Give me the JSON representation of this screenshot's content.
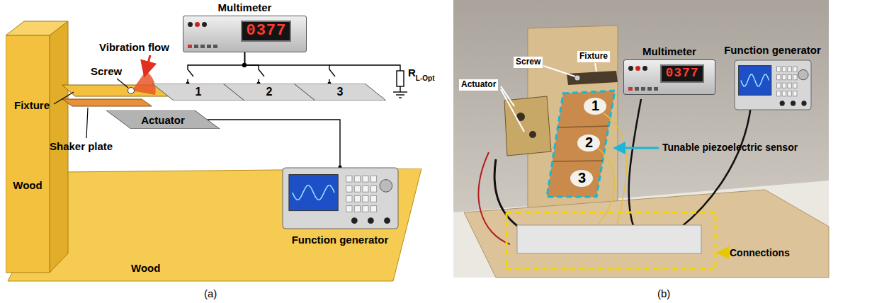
{
  "diagram": {
    "nodes": [
      {
        "text": [
          "Multimeter",
          "0377"
        ]
      },
      {
        "text": [
          "1"
        ]
      },
      {
        "text": [
          "2"
        ]
      },
      {
        "text": [
          "3"
        ]
      },
      {
        "text": [
          "Actuator"
        ]
      },
      {
        "text": [
          "Wood"
        ]
      },
      {
        "text": [
          "Wood"
        ]
      },
      {
        "text": [
          "Function generator"
        ]
      },
      {
        "text": [
          "Multimeter",
          "0377"
        ]
      },
      {
        "text": [
          "Function generator"
        ]
      }
    ],
    "edges": [
      {
        "from": 0,
        "to": 1,
        "arrow": "none"
      },
      {
        "from": 0,
        "to": 2,
        "arrow": "none"
      },
      {
        "from": 0,
        "to": 3,
        "arrow": "none"
      },
      {
        "from": 4,
        "to": 7,
        "arrow": "none"
      }
    ],
    "labels": [
      "Vibration flow",
      "Fixture",
      "Screw",
      "R",
      "L-Opt",
      "Shaker plate",
      "(a)",
      "Actuator",
      "Screw",
      "Fixture",
      "1",
      "2",
      "3",
      "Tunable piezoelectric sensor",
      "Connections",
      "(b)"
    ]
  }
}
